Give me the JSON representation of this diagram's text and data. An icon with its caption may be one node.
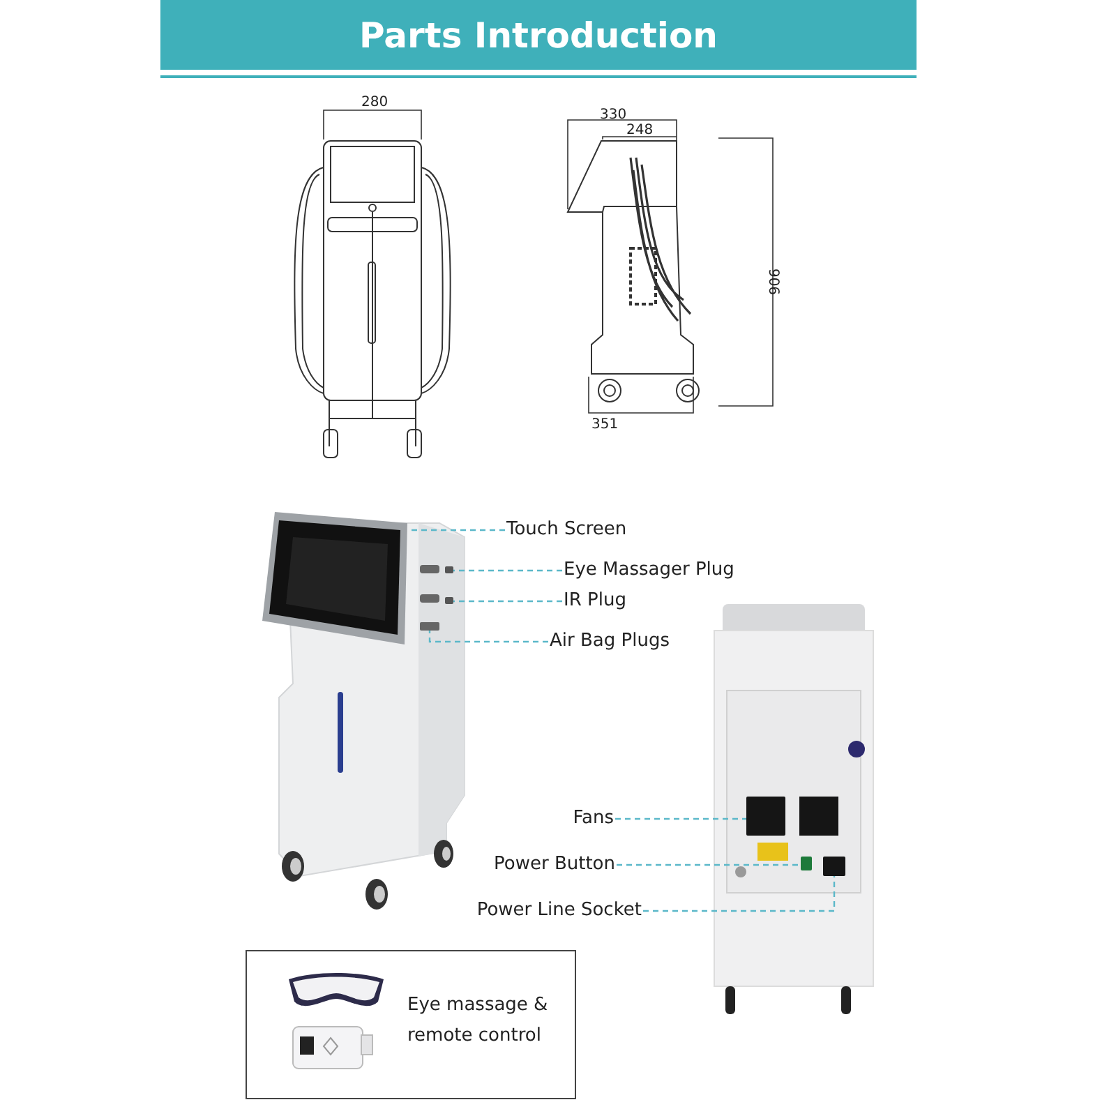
{
  "diagram": {
    "title": "Parts Introduction",
    "nodes": [
      {
        "text": [
          "Touch Screen"
        ]
      },
      {
        "text": [
          "Eye Massager Plug"
        ]
      },
      {
        "text": [
          "IR Plug"
        ]
      },
      {
        "text": [
          "Air Bag Plugs"
        ]
      },
      {
        "text": [
          "Fans"
        ]
      },
      {
        "text": [
          "Power Button"
        ]
      },
      {
        "text": [
          "Power Line Socket"
        ]
      },
      {
        "text": [
          "Eye massage & remote control"
        ]
      },
      {
        "text": [],
        "shape": "box"
      },
      {
        "text": [],
        "shape": "box"
      },
      {
        "text": [],
        "shape": "box"
      },
      {
        "text": [],
        "shape": "box"
      },
      {
        "text": [],
        "shape": "box"
      },
      {
        "text": [],
        "shape": "box"
      },
      {
        "text": [],
        "shape": "box"
      }
    ],
    "edges": [
      {
        "from": 0,
        "to": 8,
        "arrow": "none",
        "style": "dashed"
      },
      {
        "from": 1,
        "to": 9,
        "arrow": "none",
        "style": "dashed"
      },
      {
        "from": 2,
        "to": 10,
        "arrow": "none",
        "style": "dashed"
      },
      {
        "from": 3,
        "to": 11,
        "arrow": "none",
        "style": "dashed"
      },
      {
        "from": 4,
        "to": 12,
        "arrow": "none",
        "style": "dashed"
      },
      {
        "from": 5,
        "to": 13,
        "arrow": "none",
        "style": "dashed"
      },
      {
        "from": 6,
        "to": 14,
        "arrow": "none",
        "style": "dashed"
      }
    ],
    "labels": [
      "280",
      "330",
      "248",
      "906",
      "351"
    ]
  }
}
